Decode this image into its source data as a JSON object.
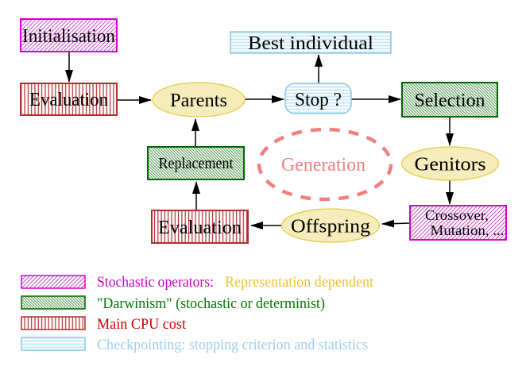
{
  "palette": {
    "magenta_border": "#d400d4",
    "magenta_hatch": "#d94fd9",
    "green_border": "#006600",
    "green_hatch": "#478f47",
    "red_border": "#b62c2c",
    "red_stripe": "#b62c2c",
    "cyan_border": "#8cc6de",
    "cyan_stripe": "#c5e8f5",
    "yellow_border": "#e4cc45",
    "yellow_hatch": "#efe09c",
    "yellow_bg": "#fcf6d4",
    "salmon": "#f08080",
    "arrow": "#000000",
    "legend_magenta_text": "#cc00cc",
    "legend_yellow_text": "#eec22e",
    "legend_green_text": "#007700",
    "legend_red_text": "#cc0000",
    "legend_cyan_text": "#9fcdea"
  },
  "nodes": {
    "initialisation": "Initialisation",
    "evaluation_top": "Evaluation",
    "parents": "Parents",
    "best_individual": "Best individual",
    "stop": "Stop ?",
    "selection": "Selection",
    "genitors": "Genitors",
    "crossover_line1": "Crossover,",
    "crossover_line2": "Mutation, ...",
    "offspring": "Offspring",
    "evaluation_bottom": "Evaluation",
    "replacement": "Replacement",
    "generation": "Generation"
  },
  "legend": {
    "stochastic_label": "Stochastic operators:",
    "stochastic_extra": "Representation dependent",
    "darwinism_label": "\"Darwinism\" (stochastic or determinist)",
    "cpu_label": "Main CPU cost",
    "checkpoint_label": "Checkpointing: stopping criterion and statistics"
  }
}
